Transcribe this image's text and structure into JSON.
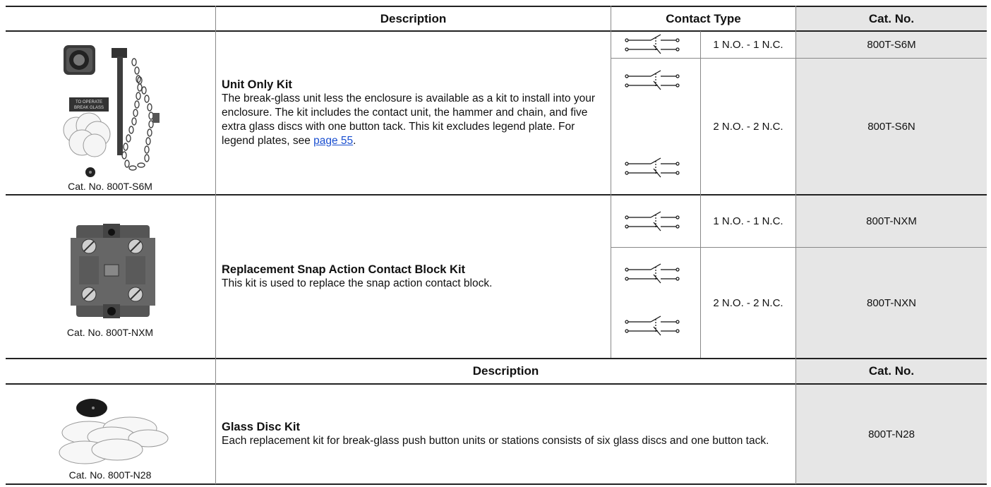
{
  "header": {
    "description": "Description",
    "contact_type": "Contact Type",
    "cat_no": "Cat. No."
  },
  "kits": [
    {
      "title": "Unit Only Kit",
      "text_before_link": "The break-glass unit less the enclosure is available as a kit to install into your enclosure. The kit includes the contact unit, the hammer and chain, and five extra glass discs with one button tack. This kit excludes legend plate. For legend plates, see ",
      "link_text": "page 55",
      "text_after_link": ".",
      "image_caption": "Cat. No. 800T-S6M",
      "image_label_line1": "TO OPERATE",
      "image_label_line2": "BREAK GLASS",
      "variants": [
        {
          "contact": "1 N.O. - 1 N.C.",
          "cat": "800T-S6M"
        },
        {
          "contact": "2 N.O. - 2 N.C.",
          "cat": "800T-S6N"
        }
      ]
    },
    {
      "title": "Replacement Snap Action Contact Block Kit",
      "text": "This kit is used to replace the snap action contact block.",
      "image_caption": "Cat. No. 800T-NXM",
      "variants": [
        {
          "contact": "1 N.O. - 1 N.C.",
          "cat": "800T-NXM"
        },
        {
          "contact": "2 N.O. - 2 N.C.",
          "cat": "800T-NXN"
        }
      ]
    }
  ],
  "header2": {
    "description": "Description",
    "cat_no": "Cat. No."
  },
  "glass": {
    "title": "Glass Disc Kit",
    "text": "Each replacement kit for break-glass push button units or stations consists of six glass discs and one button tack.",
    "image_caption": "Cat. No. 800T-N28",
    "cat": "800T-N28"
  },
  "icons": {
    "contact_symbol": "no-nc-contact-symbol-icon"
  }
}
